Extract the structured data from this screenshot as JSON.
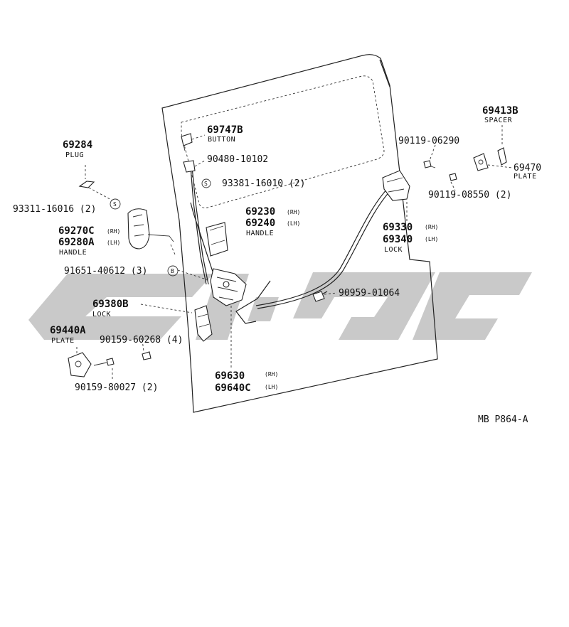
{
  "watermark": {
    "color": "#c9c9c9"
  },
  "diagram_code": "MB P864-A",
  "parts": {
    "p69747b": {
      "number": "69747B",
      "name": "BUTTON"
    },
    "p90480": {
      "number": "90480-10102"
    },
    "p93381": {
      "number": "93381-16010 (2)",
      "symbol": "S"
    },
    "p69284": {
      "number": "69284",
      "name": "PLUG"
    },
    "p93311": {
      "number": "93311-16016 (2)",
      "symbol": "S"
    },
    "p69270c": {
      "number": "69270C",
      "side": "(RH)"
    },
    "p69280a": {
      "number": "69280A",
      "side": "(LH)",
      "name": "HANDLE"
    },
    "p69230": {
      "number": "69230",
      "side": "(RH)"
    },
    "p69240": {
      "number": "69240",
      "side": "(LH)",
      "name": "HANDLE"
    },
    "p91651": {
      "number": "91651-40612 (3)",
      "symbol": "B"
    },
    "p69380b": {
      "number": "69380B",
      "name": "LOCK"
    },
    "p69440a": {
      "number": "69440A",
      "name": "PLATE"
    },
    "p90159_60268": {
      "number": "90159-60268 (4)"
    },
    "p90159_80027": {
      "number": "90159-80027 (2)"
    },
    "p69630": {
      "number": "69630",
      "side": "(RH)"
    },
    "p69640c": {
      "number": "69640C",
      "side": "(LH)"
    },
    "p69413b": {
      "number": "69413B",
      "name": "SPACER"
    },
    "p90119_06290": {
      "number": "90119-06290"
    },
    "p69470": {
      "number": "69470",
      "name": "PLATE"
    },
    "p90119_08550": {
      "number": "90119-08550 (2)"
    },
    "p69330": {
      "number": "69330",
      "side": "(RH)"
    },
    "p69340": {
      "number": "69340",
      "side": "(LH)",
      "name": "LOCK"
    },
    "p90959": {
      "number": "90959-01064"
    }
  }
}
